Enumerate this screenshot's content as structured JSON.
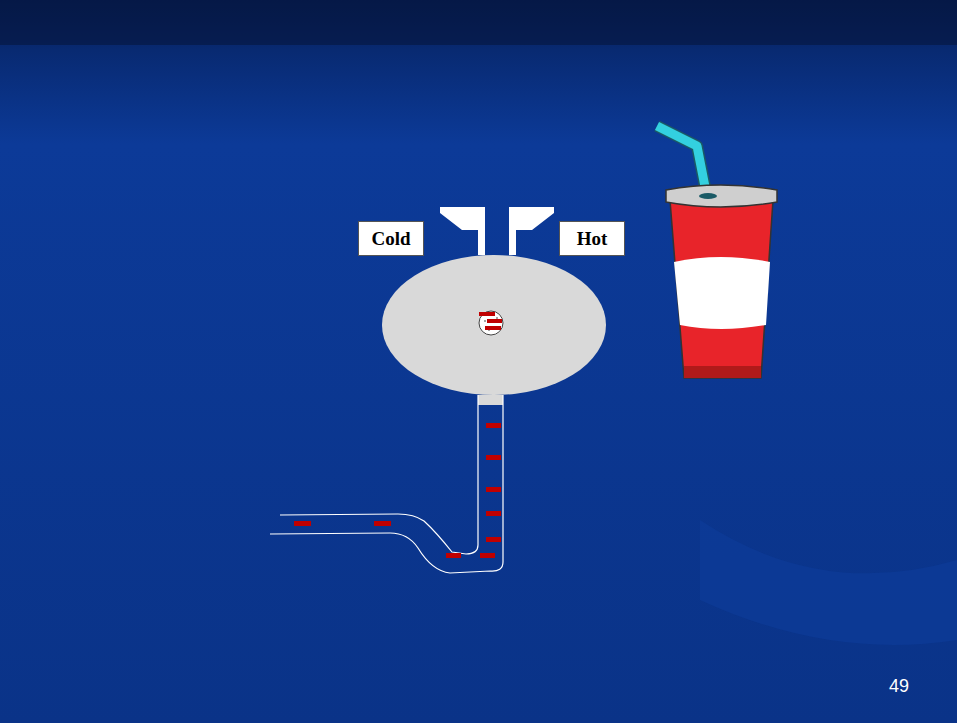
{
  "diagram": {
    "nodes": [
      {
        "text": [
          "Cold"
        ]
      },
      {
        "text": [
          "Hot"
        ]
      }
    ],
    "labels": [
      "49"
    ]
  }
}
